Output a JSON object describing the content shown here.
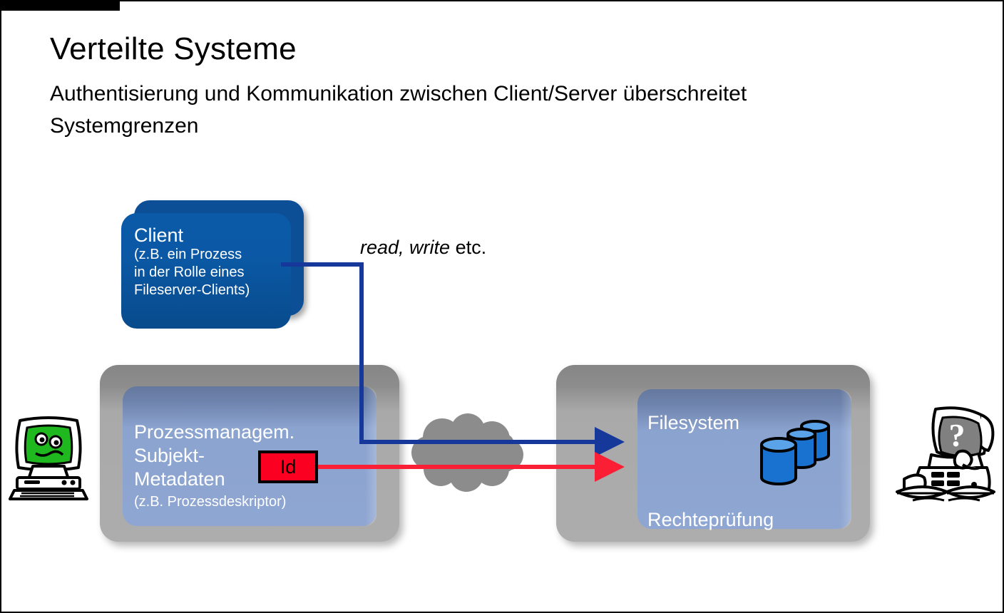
{
  "slide": {
    "title": "Verteilte Systeme",
    "subtitle": "Authentisierung und Kommunikation zwischen Client/Server überschreitet Systemgrenzen"
  },
  "client": {
    "title": "Client",
    "note_line1": "(z.B. ein Prozess",
    "note_line2": "in der Rolle eines",
    "note_line3": "Fileserver-Clients)"
  },
  "operation": {
    "emphasis": "read, write",
    "suffix": " etc."
  },
  "process_mgmt": {
    "line1": "Prozessmanagem.",
    "line2": "Subjekt-",
    "line3": "Metadaten",
    "note": "(z.B. Prozessdeskriptor)",
    "id_badge": "Id"
  },
  "server": {
    "filesystem": "Filesystem",
    "rights_check": "Rechteprüfung"
  },
  "icons": {
    "cloud": "cloud-icon",
    "database_stack": "database-stack-icon",
    "computer_left": "happy-computer-icon",
    "computer_right": "thinking-computer-icon"
  },
  "colors": {
    "client_blue": "#0b59a6",
    "panel_blue": "#8fa6d2",
    "shell_gray": "#a9a9a9",
    "cloud_gray": "#8c8c8c",
    "request_arrow": "#16389b",
    "identity_arrow": "#fb1f35",
    "id_badge_fill": "#fb0020",
    "database_blue": "#1a72d0",
    "database_top": "#5ba3e8",
    "face_green": "#1fb81f"
  }
}
